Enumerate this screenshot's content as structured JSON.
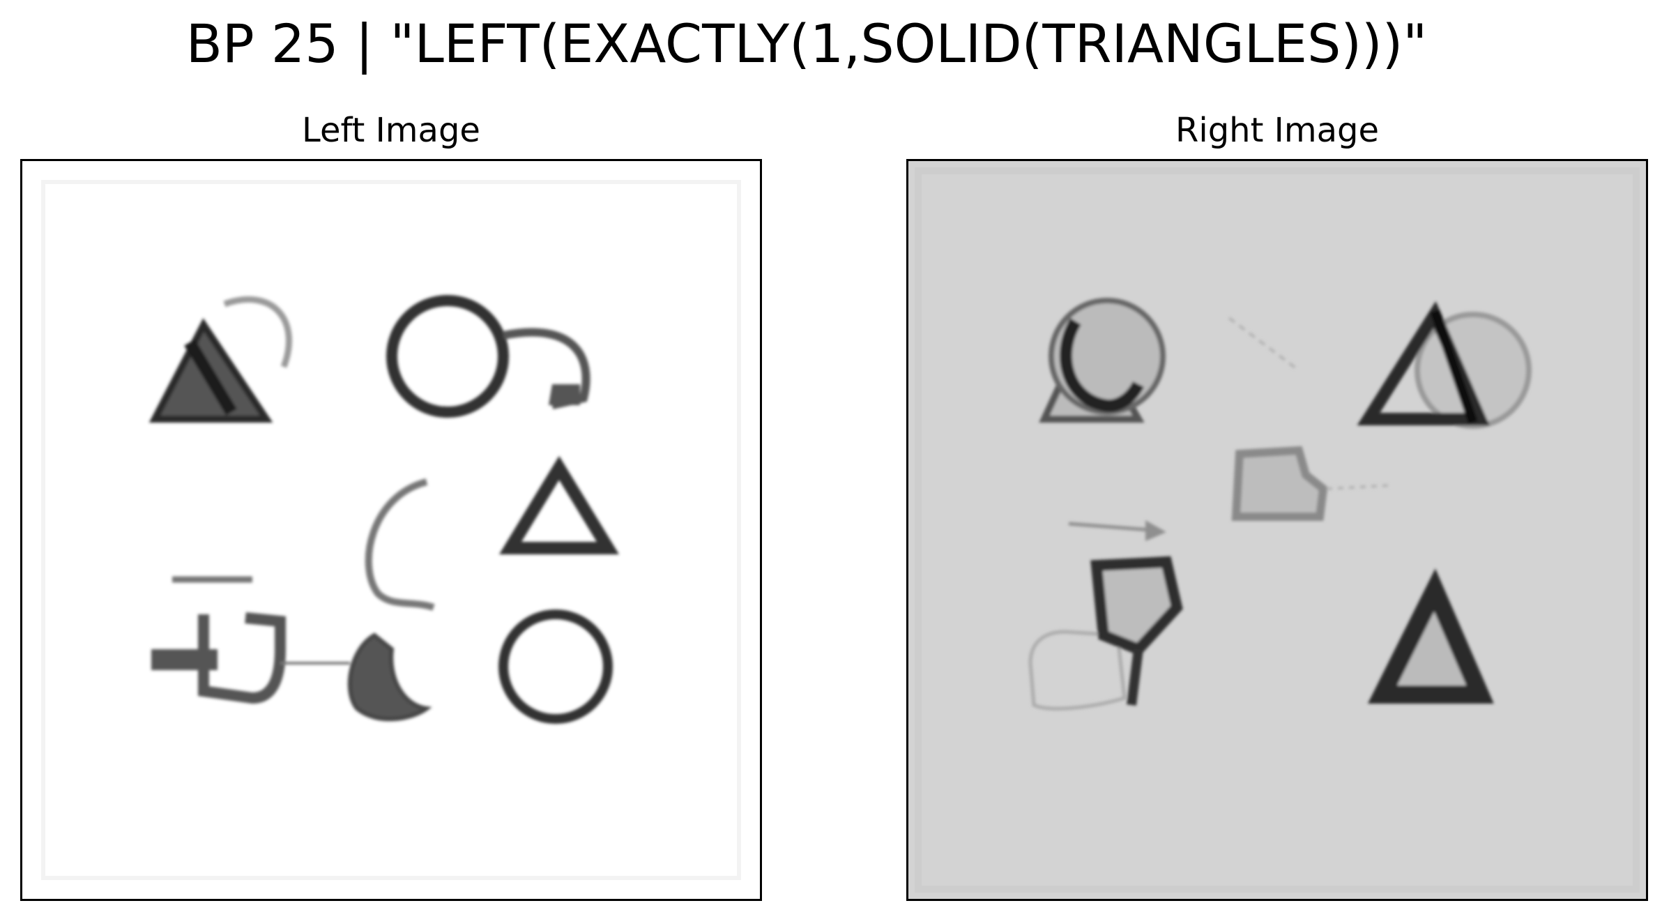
{
  "figure": {
    "title": "BP 25 | \"LEFT(EXACTLY(1,SOLID(TRIANGLES)))\""
  },
  "panels": {
    "left": {
      "title": "Left Image",
      "background": "#ffffff"
    },
    "right": {
      "title": "Right Image",
      "background": "#d3d3d3"
    }
  },
  "colors": {
    "ink_dark": "#2a2a2a",
    "ink_mid": "#555555",
    "ink_light": "#9a9a9a",
    "frame": "#000000"
  }
}
